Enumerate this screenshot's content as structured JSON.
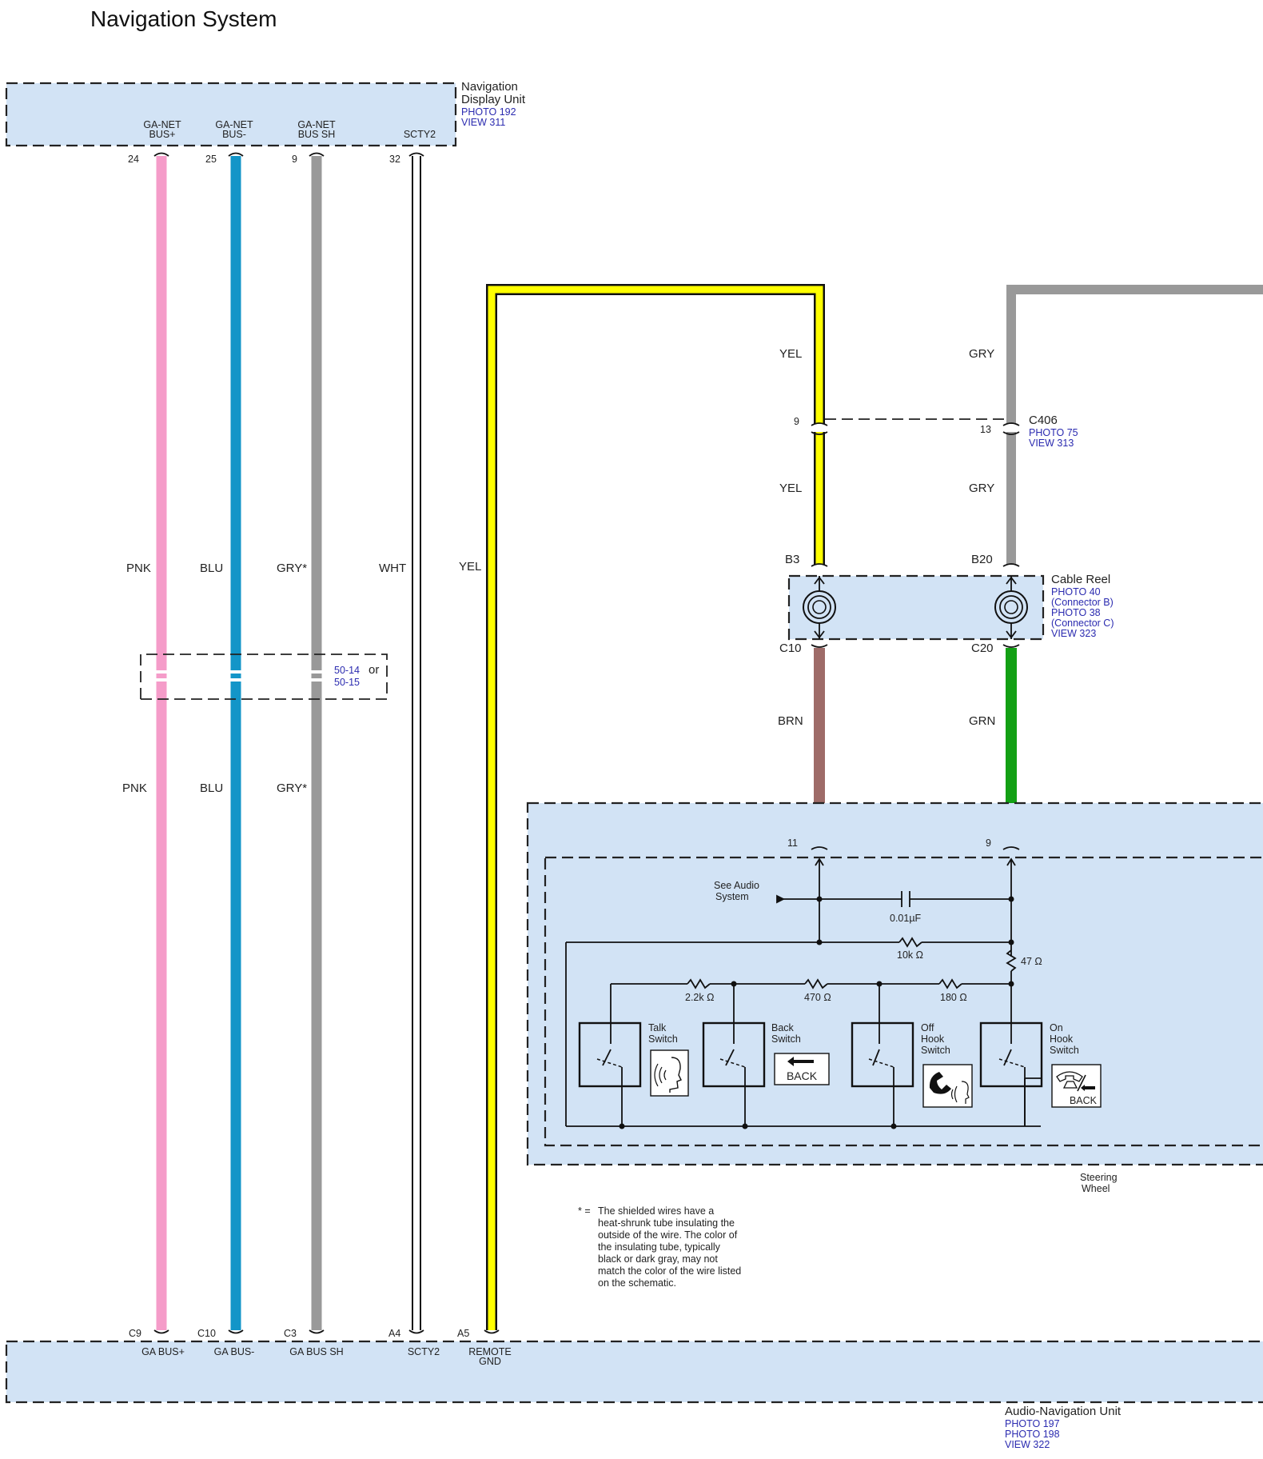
{
  "title": "Navigation System",
  "colors": {
    "pink": "#f59cc9",
    "blue": "#1395c8",
    "gray": "#999999",
    "yellow": "#ffff00",
    "brown": "#9e6b68",
    "green": "#13a014",
    "panel": "#d2e3f5",
    "ref_text": "#2b2bb0"
  },
  "nav_display_unit": {
    "name_line1": "Navigation",
    "name_line2": "Display Unit",
    "photo": "PHOTO 192",
    "view": "VIEW 311",
    "pins": [
      {
        "label1": "GA-NET",
        "label2": "BUS+",
        "pin": "24"
      },
      {
        "label1": "GA-NET",
        "label2": "BUS-",
        "pin": "25"
      },
      {
        "label1": "GA-NET",
        "label2": "BUS SH",
        "pin": "9"
      },
      {
        "label1": "",
        "label2": "SCTY2",
        "pin": "32"
      }
    ]
  },
  "wire_colors_upper": {
    "pnk": "PNK",
    "blu": "BLU",
    "gry": "GRY*",
    "wht": "WHT",
    "yel": "YEL"
  },
  "wire_colors_lower": {
    "pnk": "PNK",
    "blu": "BLU",
    "gry": "GRY*"
  },
  "joint_connector": {
    "ref1": "50-14",
    "or_text": "or",
    "ref2": "50-15"
  },
  "c406": {
    "name": "C406",
    "photo": "PHOTO 75",
    "view": "VIEW 313",
    "yel_pin": "9",
    "gry_pin": "13",
    "yel_upper": "YEL",
    "gry_upper": "GRY",
    "yel_lower": "YEL",
    "gry_lower": "GRY"
  },
  "cable_reel": {
    "name": "Cable Reel",
    "line1": "PHOTO 40",
    "line2": "(Connector B)",
    "line3": "PHOTO 38",
    "line4": "(Connector C)",
    "line5": "VIEW 323",
    "pin_b3": "B3",
    "pin_b20": "B20",
    "pin_c10": "C10",
    "pin_c20": "C20",
    "brn": "BRN",
    "grn": "GRN"
  },
  "steering_wheel": {
    "name_line1": "Steering",
    "name_line2": "Wheel",
    "pin_11": "11",
    "pin_9": "9",
    "see_audio_line1": "See Audio",
    "see_audio_line2": "System",
    "capacitor": "0.01µF",
    "r_10k": "10k Ω",
    "r_47": "47 Ω",
    "r_2_2k": "2.2k Ω",
    "r_470": "470 Ω",
    "r_180": "180 Ω",
    "switches": [
      {
        "line1": "Talk",
        "line2": "Switch",
        "line3": ""
      },
      {
        "line1": "Back",
        "line2": "Switch",
        "line3": ""
      },
      {
        "line1": "Off",
        "line2": "Hook",
        "line3": "Switch"
      },
      {
        "line1": "On",
        "line2": "Hook",
        "line3": "Switch"
      }
    ],
    "back_text": "BACK",
    "back_text2": "BACK"
  },
  "footnote": {
    "star": "* =",
    "lines": [
      "The shielded wires have a",
      "heat-shrunk tube insulating the",
      "outside of the wire. The color of",
      "the insulating tube, typically",
      "black or dark gray, may not",
      "match the color of the wire listed",
      "on the schematic."
    ]
  },
  "audio_nav_unit": {
    "name": "Audio-Navigation Unit",
    "photo1": "PHOTO 197",
    "photo2": "PHOTO 198",
    "view": "VIEW 322",
    "pins": [
      {
        "pin": "C9",
        "label1": "GA BUS+",
        "label2": ""
      },
      {
        "pin": "C10",
        "label1": "GA BUS-",
        "label2": ""
      },
      {
        "pin": "C3",
        "label1": "GA BUS SH",
        "label2": ""
      },
      {
        "pin": "A4",
        "label1": "SCTY2",
        "label2": ""
      },
      {
        "pin": "A5",
        "label1": "REMOTE",
        "label2": "GND"
      }
    ]
  }
}
